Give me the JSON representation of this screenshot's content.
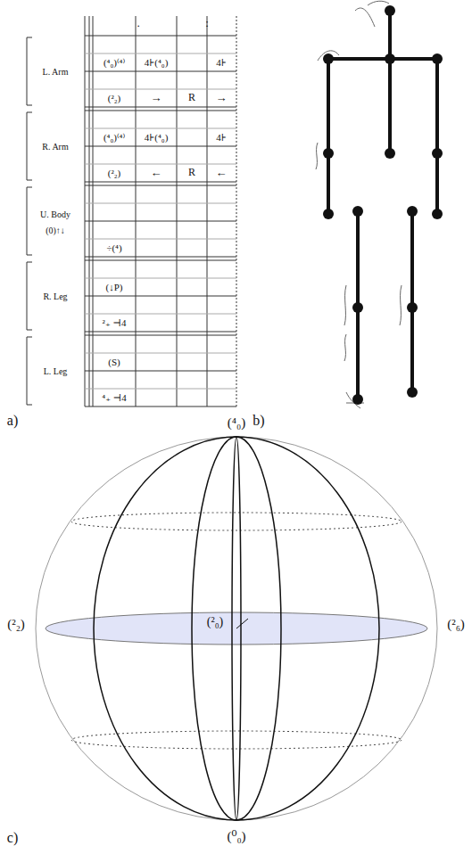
{
  "diagram": {
    "labels": [
      ".",
      ":",
      "L. Arm",
      "(⁴₀)⁽⁴⁾",
      "4⊦(⁴₀)",
      "4⊦",
      "(²₂)",
      "→",
      "R",
      "→",
      "R. Arm",
      "(⁴₀)⁽⁴⁾",
      "4⊦(⁴₀)",
      "4⊦",
      "(²₂)",
      "←",
      "R",
      "←",
      "U. Body",
      "(0)↑↓",
      "÷(⁴)",
      "R. Leg",
      "(↓P)",
      "²₊ ⊣4",
      "L. Leg",
      "(S)",
      "⁴₊ ⊣4",
      "a)",
      "b)",
      "(⁴₀)",
      "(²₂)",
      "(²₀)",
      "(²₆)",
      "(⁰₀)",
      "c)"
    ]
  }
}
